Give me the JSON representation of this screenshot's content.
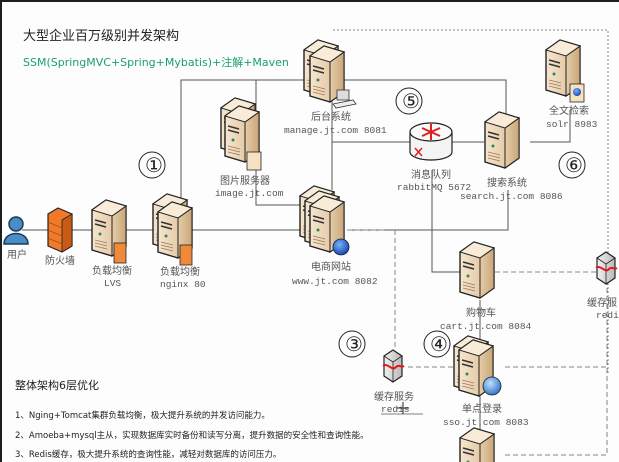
{
  "header": {
    "title": "大型企业百万级别并发架构",
    "subtitle": "SSM(SpringMVC+Spring+Mybatis)+注解+Maven"
  },
  "colors": {
    "subtitle": "#1aa06a",
    "solid_line": "#555555",
    "dashed_line": "#888888",
    "server_body": "#ecd3b0",
    "firewall": "#f07a2a",
    "router_arrows": "#e02020",
    "user": "#4a8cc4"
  },
  "layers": [
    "①",
    "③",
    "④",
    "⑤",
    "⑥"
  ],
  "nodes": {
    "user": {
      "name": "用户",
      "icon": "user-icon"
    },
    "firewall": {
      "name": "防火墙",
      "icon": "firewall-icon"
    },
    "lvs": {
      "name": "负载均衡",
      "detail": "LVS",
      "icon": "server-icon"
    },
    "nginx": {
      "name": "负载均衡",
      "detail": "nginx 80",
      "icon": "server-cluster-icon"
    },
    "image": {
      "name": "图片服务器",
      "detail": "image.jt.com",
      "icon": "server-cluster-icon"
    },
    "manage": {
      "name": "后台系统",
      "detail": "manage.jt.com 8081",
      "icon": "server-cluster-icon"
    },
    "www": {
      "name": "电商网站",
      "detail": "www.jt.com 8082",
      "icon": "server-cluster-icon"
    },
    "mq": {
      "name": "消息队列",
      "detail": "rabbitMQ 5672",
      "icon": "router-icon"
    },
    "search": {
      "name": "搜索系统",
      "detail": "search.jt.com 8086",
      "icon": "server-icon"
    },
    "solr": {
      "name": "全文检索",
      "detail": "solr 8983",
      "icon": "server-icon"
    },
    "cart": {
      "name": "购物车",
      "detail": "cart.jt.com 8084",
      "icon": "server-icon"
    },
    "redis1": {
      "name": "缓存服务",
      "detail": "redis",
      "icon": "cache-icon"
    },
    "redis2": {
      "name": "缓存服",
      "detail": "redis",
      "icon": "cache-icon"
    },
    "sso": {
      "name": "单点登录",
      "detail": "sso.jt.com 8083",
      "icon": "server-cluster-icon"
    }
  },
  "summary": {
    "title": "整体架构6层优化",
    "items": [
      "1、Nging+Tomcat集群负载均衡，极大提升系统的并发访问能力。",
      "2、Amoeba+mysql主从，实现数据库实时备份和读写分离，提升数据的安全性和查询性能。",
      "3、Redis缓存，极大提升系统的查询性能，减轻对数据库的访问压力。"
    ]
  }
}
